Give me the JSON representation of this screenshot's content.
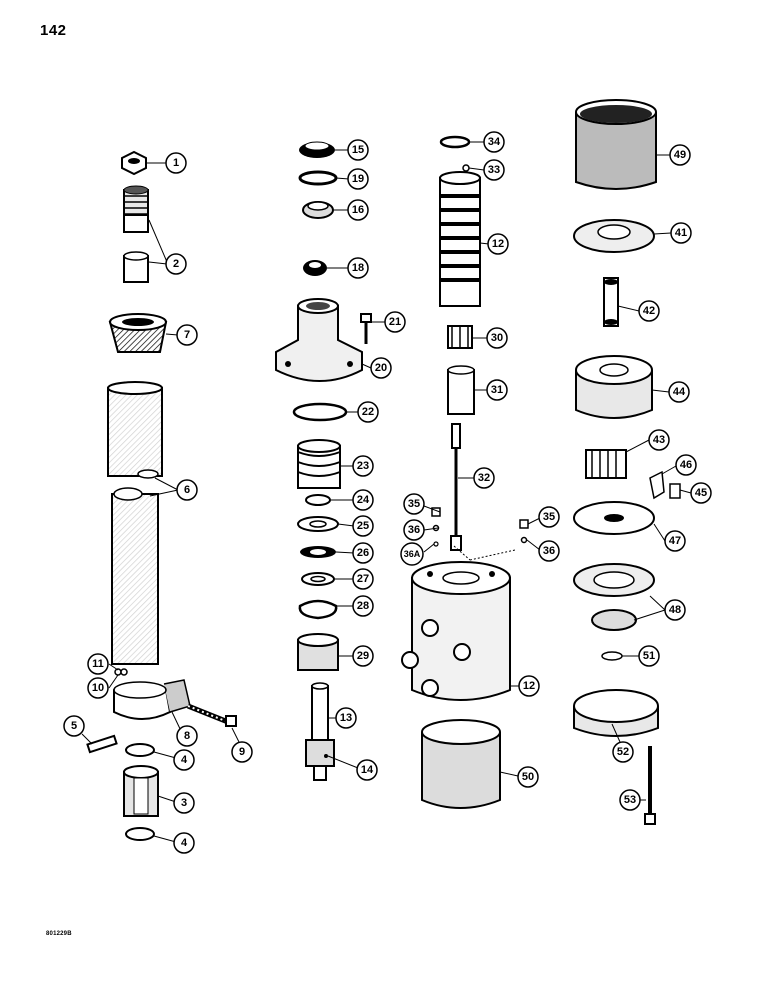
{
  "page": {
    "number": "142",
    "figure_code": "801229B"
  },
  "callouts": [
    {
      "id": "c1",
      "label": "1"
    },
    {
      "id": "c2",
      "label": "2"
    },
    {
      "id": "c7",
      "label": "7"
    },
    {
      "id": "c6",
      "label": "6"
    },
    {
      "id": "c11",
      "label": "11"
    },
    {
      "id": "c10",
      "label": "10"
    },
    {
      "id": "c8",
      "label": "8"
    },
    {
      "id": "c9",
      "label": "9"
    },
    {
      "id": "c5",
      "label": "5"
    },
    {
      "id": "c4a",
      "label": "4"
    },
    {
      "id": "c3",
      "label": "3"
    },
    {
      "id": "c4b",
      "label": "4"
    },
    {
      "id": "c15",
      "label": "15"
    },
    {
      "id": "c19",
      "label": "19"
    },
    {
      "id": "c16",
      "label": "16"
    },
    {
      "id": "c18",
      "label": "18"
    },
    {
      "id": "c21",
      "label": "21"
    },
    {
      "id": "c20",
      "label": "20"
    },
    {
      "id": "c22",
      "label": "22"
    },
    {
      "id": "c23",
      "label": "23"
    },
    {
      "id": "c24",
      "label": "24"
    },
    {
      "id": "c25",
      "label": "25"
    },
    {
      "id": "c26",
      "label": "26"
    },
    {
      "id": "c27",
      "label": "27"
    },
    {
      "id": "c28",
      "label": "28"
    },
    {
      "id": "c29",
      "label": "29"
    },
    {
      "id": "c13",
      "label": "13"
    },
    {
      "id": "c14",
      "label": "14"
    },
    {
      "id": "c34",
      "label": "34"
    },
    {
      "id": "c33",
      "label": "33"
    },
    {
      "id": "c12a",
      "label": "12"
    },
    {
      "id": "c30",
      "label": "30"
    },
    {
      "id": "c31",
      "label": "31"
    },
    {
      "id": "c32",
      "label": "32"
    },
    {
      "id": "c35a",
      "label": "35"
    },
    {
      "id": "c36a",
      "label": "36"
    },
    {
      "id": "c36A",
      "label": "36A"
    },
    {
      "id": "c35b",
      "label": "35"
    },
    {
      "id": "c36b",
      "label": "36"
    },
    {
      "id": "c12b",
      "label": "12"
    },
    {
      "id": "c50",
      "label": "50"
    },
    {
      "id": "c49",
      "label": "49"
    },
    {
      "id": "c41",
      "label": "41"
    },
    {
      "id": "c42",
      "label": "42"
    },
    {
      "id": "c44",
      "label": "44"
    },
    {
      "id": "c43",
      "label": "43"
    },
    {
      "id": "c46",
      "label": "46"
    },
    {
      "id": "c45",
      "label": "45"
    },
    {
      "id": "c47",
      "label": "47"
    },
    {
      "id": "c48",
      "label": "48"
    },
    {
      "id": "c51",
      "label": "51"
    },
    {
      "id": "c52",
      "label": "52"
    },
    {
      "id": "c53",
      "label": "53"
    }
  ]
}
